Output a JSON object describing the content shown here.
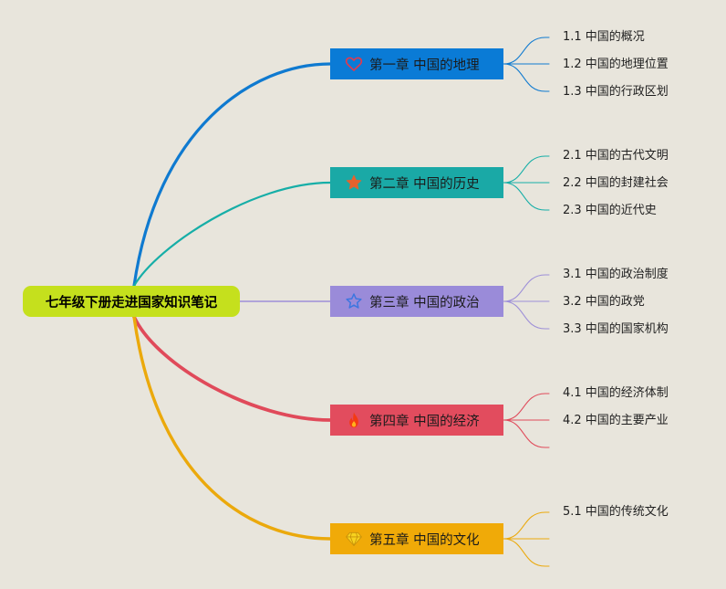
{
  "root": {
    "label": "七年级下册走进国家知识笔记",
    "color": "#c5e01d"
  },
  "chapters": [
    {
      "label": "第一章 中国的地理",
      "color": "#0f7ad0",
      "box_color": "#0a7bd6",
      "icon": "heart-icon",
      "icon_color": "#e33a4c",
      "items": [
        "1.1 中国的概况",
        "1.2 中国的地理位置",
        "1.3 中国的行政区划"
      ]
    },
    {
      "label": "第二章 中国的历史",
      "color": "#16aea7",
      "box_color": "#1aa9a6",
      "icon": "star-filled-icon",
      "icon_color": "#e5622e",
      "items": [
        "2.1 中国的古代文明",
        "2.2 中国的封建社会",
        "2.3 中国的近代史"
      ]
    },
    {
      "label": "第三章 中国的政治",
      "color": "#9d8fd8",
      "box_color": "#9a8bd9",
      "icon": "star-outline-icon",
      "icon_color": "#3c76e0",
      "items": [
        "3.1 中国的政治制度",
        "3.2 中国的政党",
        "3.3 中国的国家机构"
      ]
    },
    {
      "label": "第四章 中国的经济",
      "color": "#e04a5a",
      "box_color": "#e24c5e",
      "icon": "fire-icon",
      "icon_color": "#f43a12",
      "items": [
        "4.1 中国的经济体制",
        "4.2 中国的主要产业",
        ""
      ]
    },
    {
      "label": "第五章 中国的文化",
      "color": "#eba90c",
      "box_color": "#f0aa08",
      "icon": "diamond-icon",
      "icon_color": "#f7d21e",
      "items": [
        "5.1 中国的传统文化",
        "",
        ""
      ]
    }
  ]
}
